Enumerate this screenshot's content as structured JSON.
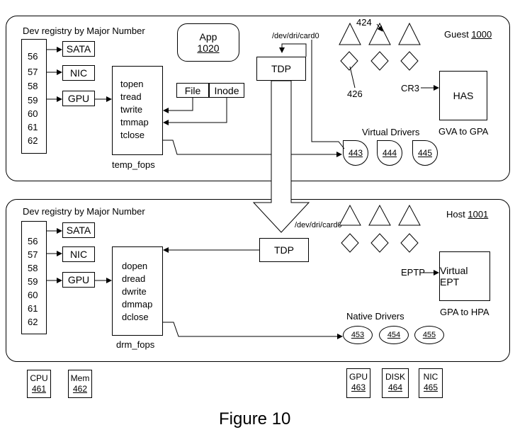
{
  "guest": {
    "registry_title": "Dev registry by Major Number",
    "numbers": [
      "56",
      "57",
      "58",
      "59",
      "60",
      "61",
      "62"
    ],
    "devices": [
      "SATA",
      "NIC",
      "GPU"
    ],
    "fops": [
      "topen",
      "tread",
      "twrite",
      "tmmap",
      "tclose"
    ],
    "fops_label": "temp_fops",
    "file_label": "File",
    "inode_label": "Inode",
    "app_name": "App",
    "app_num": "1020",
    "dev_path": "/dev/dri/card0",
    "tdp": "TDP",
    "ref_424": "424",
    "ref_426": "426",
    "cr3": "CR3",
    "has": "HAS",
    "translation": "GVA to GPA",
    "drivers_label": "Virtual Drivers",
    "drivers": [
      "443",
      "444",
      "445"
    ],
    "title": "Guest",
    "title_num": "1000"
  },
  "host": {
    "registry_title": "Dev registry by Major Number",
    "numbers": [
      "56",
      "57",
      "58",
      "59",
      "60",
      "61",
      "62"
    ],
    "devices": [
      "SATA",
      "NIC",
      "GPU"
    ],
    "fops": [
      "dopen",
      "dread",
      "dwrite",
      "dmmap",
      "dclose"
    ],
    "fops_label": "drm_fops",
    "dev_path": "/dev/dri/card0",
    "tdp": "TDP",
    "eptp": "EPTP",
    "virtual_ept": "Virtual EPT",
    "translation": "GPA to HPA",
    "drivers_label": "Native Drivers",
    "drivers": [
      "453",
      "454",
      "455"
    ],
    "title": "Host",
    "title_num": "1001"
  },
  "hardware": {
    "cpu": {
      "name": "CPU",
      "num": "461"
    },
    "mem": {
      "name": "Mem",
      "num": "462"
    },
    "gpu": {
      "name": "GPU",
      "num": "463"
    },
    "disk": {
      "name": "DISK",
      "num": "464"
    },
    "nic": {
      "name": "NIC",
      "num": "465"
    }
  },
  "figure_caption": "Figure 10"
}
